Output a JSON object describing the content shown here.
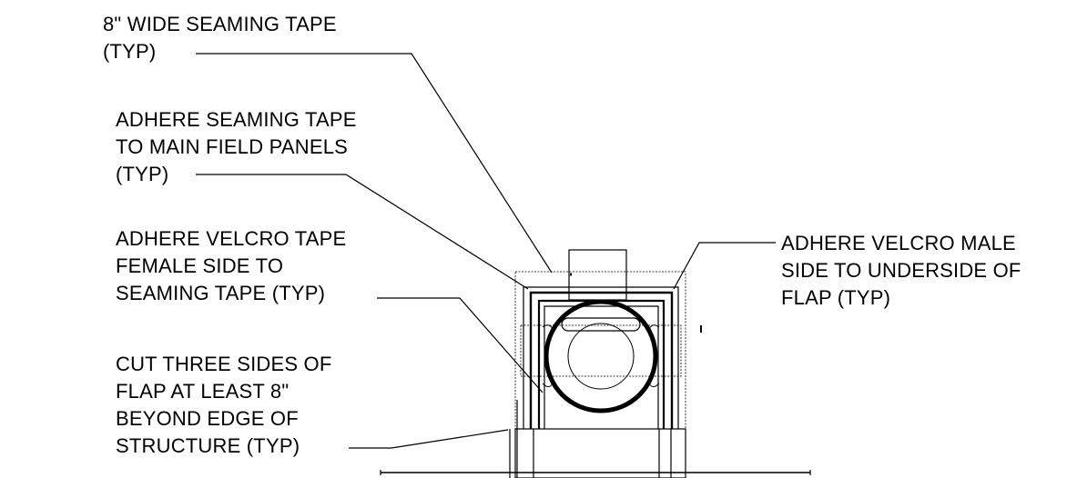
{
  "callouts": [
    {
      "id": "seaming-tape",
      "text": "8\" WIDE SEAMING TAPE\n(TYP)"
    },
    {
      "id": "adhere-seaming",
      "text": "ADHERE SEAMING TAPE\nTO MAIN FIELD PANELS\n(TYP)"
    },
    {
      "id": "velcro-female",
      "text": "ADHERE VELCRO TAPE\nFEMALE SIDE TO\nSEAMING TAPE (TYP)"
    },
    {
      "id": "cut-flap",
      "text": "CUT THREE SIDES OF\nFLAP AT LEAST 8\"\nBEYOND EDGE OF\nSTRUCTURE (TYP)"
    },
    {
      "id": "velcro-male",
      "text": "ADHERE VELCRO MALE\nSIDE TO UNDERSIDE OF\nFLAP (TYP)"
    }
  ],
  "colors": {
    "line": "#000000",
    "background": "#ffffff"
  }
}
